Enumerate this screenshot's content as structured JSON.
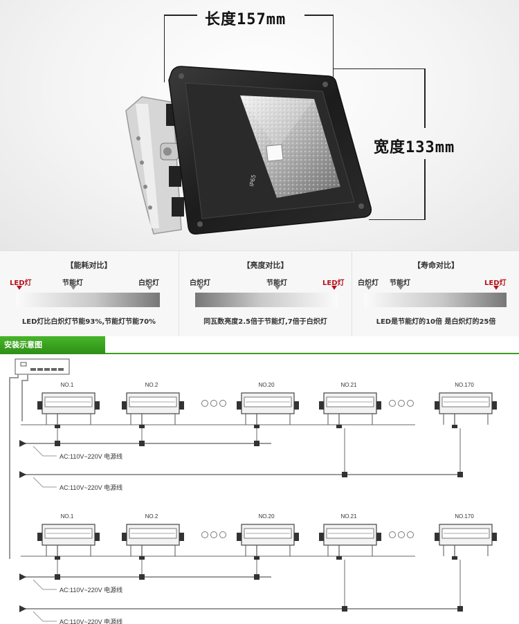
{
  "product": {
    "length_label": "长度157mm",
    "width_label": "宽度133mm",
    "rating_mark": "IP65"
  },
  "comparisons": [
    {
      "title": "【能耗对比】",
      "labels": [
        {
          "text": "LED灯",
          "highlight": true
        },
        {
          "text": "节能灯",
          "highlight": false
        },
        {
          "text": "白炽灯",
          "highlight": false
        }
      ],
      "note": "LED灯比白炽灯节能93%,节能灯节能70%"
    },
    {
      "title": "【亮度对比】",
      "labels": [
        {
          "text": "白炽灯",
          "highlight": false
        },
        {
          "text": "节能灯",
          "highlight": false
        },
        {
          "text": "LED灯",
          "highlight": true
        }
      ],
      "note": "同瓦数亮度2.5倍于节能灯,7倍于白炽灯"
    },
    {
      "title": "【寿命对比】",
      "labels": [
        {
          "text": "白炽灯",
          "highlight": false
        },
        {
          "text": "节能灯",
          "highlight": false
        },
        {
          "text": "LED灯",
          "highlight": true
        }
      ],
      "note": "LED是节能灯的10倍 是白炽灯的25倍"
    }
  ],
  "install": {
    "header": "安装示意图",
    "rows": [
      {
        "units": [
          "NO.1",
          "NO.2",
          "NO.20",
          "NO.21",
          "NO.170"
        ],
        "power_labels": [
          "AC:110V~220V  电源线",
          "AC:110V~220V  电源线"
        ]
      },
      {
        "units": [
          "NO.1",
          "NO.2",
          "NO.20",
          "NO.21",
          "NO.170"
        ],
        "power_labels": [
          "AC:110V~220V  电源线",
          "AC:110V~220V  电源线"
        ]
      }
    ]
  },
  "colors": {
    "accent_green": "#3a9e1e",
    "led_red": "#b5121b",
    "fixture_black": "#1f1f1f"
  }
}
